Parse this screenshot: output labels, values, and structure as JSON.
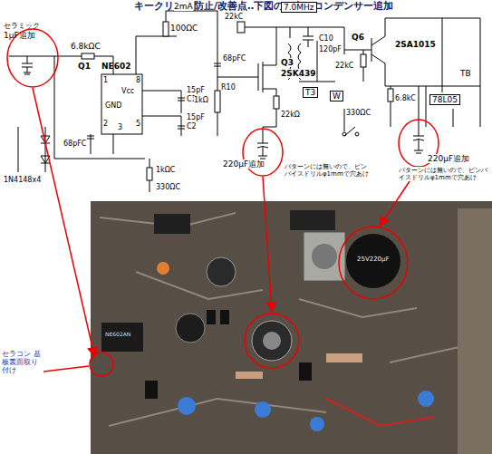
{
  "diagram": {
    "title": "キークリック防止/改善点‥下図の３点のコンデンサー追加",
    "labels": [
      "セラミック",
      "1μF追加",
      "6.8kΩC",
      "Q1",
      "NE602",
      "2mA",
      "100ΩC",
      "1",
      "8",
      "2",
      "3",
      "5",
      "Vcc",
      "GND",
      "15pF",
      "C1",
      "15pF",
      "C2",
      "68pFC",
      "1N4148x4",
      "1kΩC",
      "330ΩC",
      "22kC",
      "7.0MHz",
      "68pFC",
      "2SK439",
      "Q3",
      "120pF",
      "C10",
      "R10",
      "1kΩ",
      "22kΩ",
      "T3",
      "220μF追加",
      "パターンには無いので、ピンバイスドリルφ1mmで穴あけ",
      "Q6",
      "2SA1015",
      "22kC",
      "6.8kC",
      "W",
      "330ΩC",
      "78L05",
      "TB",
      "220μF追加",
      "パターンには無いので、ピンバイスドリルφ1mmで穴あけ",
      "セラコン 基板裏面取り付け",
      "NE602AN",
      "25V220μF"
    ]
  }
}
